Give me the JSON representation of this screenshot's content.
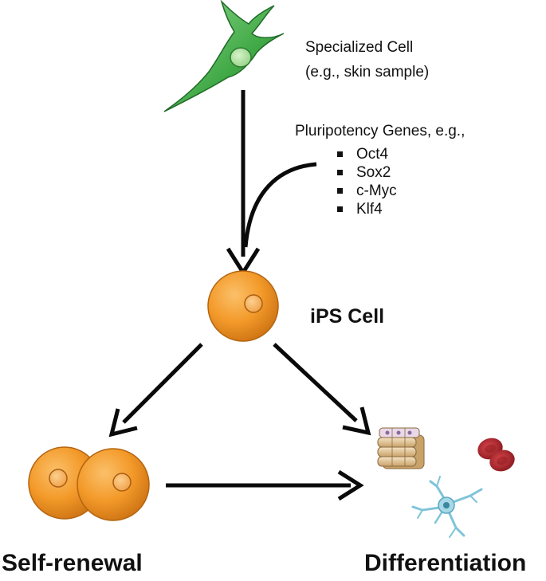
{
  "specialized_cell": {
    "line1": "Specialized Cell",
    "line2": "(e.g., skin sample)"
  },
  "pluripotency": {
    "title": "Pluripotency Genes, e.g.,",
    "genes": [
      "Oct4",
      "Sox2",
      "c-Myc",
      "Klf4"
    ]
  },
  "ips_cell": {
    "label": "iPS Cell"
  },
  "outcomes": {
    "self_renewal": "Self-renewal",
    "differentiation": "Differentiation"
  },
  "colors": {
    "fibroblast_green": "#3fa845",
    "cell_orange": "#f39a2a",
    "nucleus_orange": "#f7b35e",
    "arrow": "#0a0a0a",
    "red_blood_cell": "#b3262a",
    "neuron_blue": "#7fc4d8",
    "epithelial_tan": "#e2c79a"
  }
}
